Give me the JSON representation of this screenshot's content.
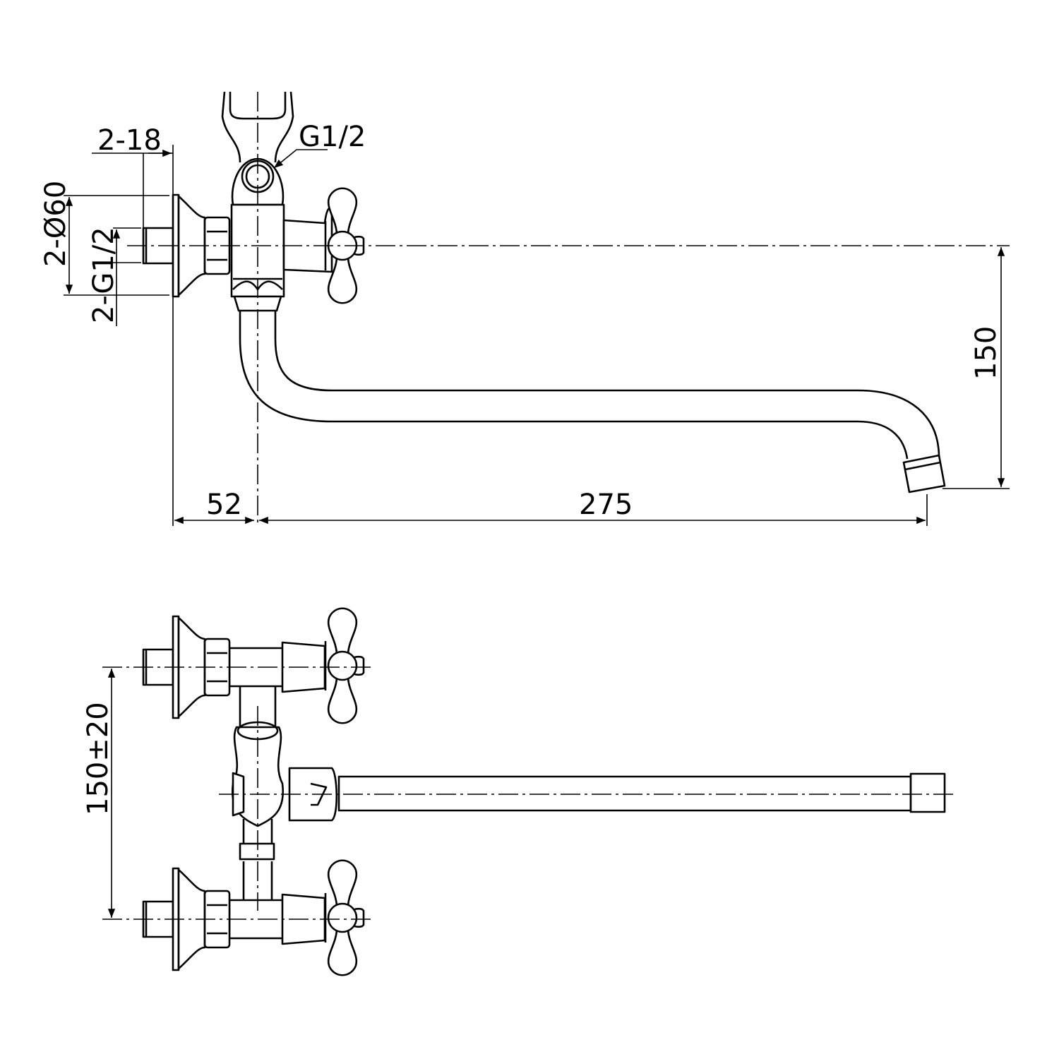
{
  "top_view": {
    "dim_thread_length": "2-18",
    "dim_plate_diameter": "2-Ø60",
    "dim_inlet_thread": "2-G1/2",
    "dim_shower_thread": "G1/2",
    "dim_spout_height": "150",
    "dim_wall_offset": "52",
    "dim_spout_reach": "275"
  },
  "front_view": {
    "dim_inlet_spacing": "150±20"
  },
  "colors": {
    "line": "#000000",
    "background": "#ffffff"
  }
}
